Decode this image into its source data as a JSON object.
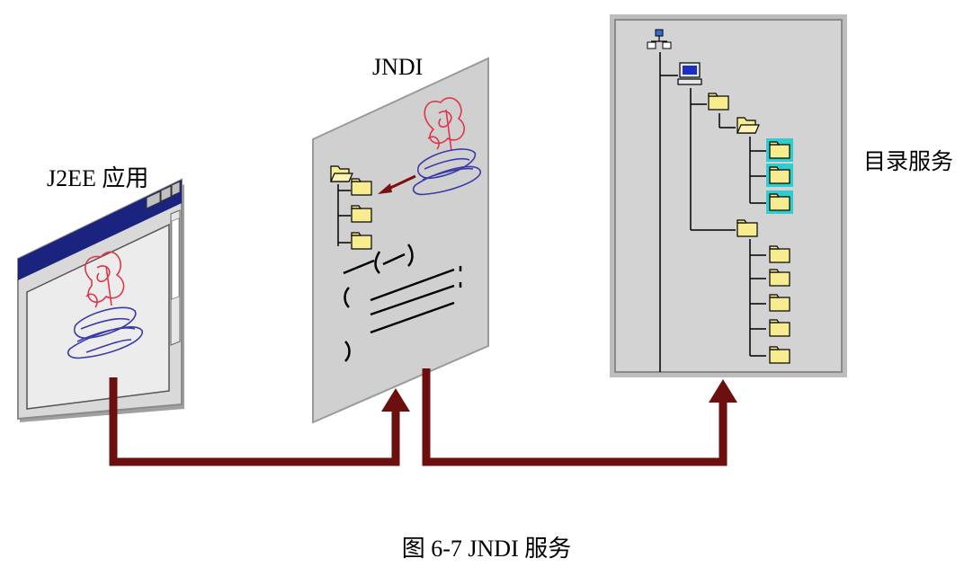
{
  "labels": {
    "app": "J2EE 应用",
    "jndi": "JNDI",
    "directory": "目录服务"
  },
  "caption": "图 6-7 JNDI 服务",
  "icons": {
    "app_window": "application-window-icon",
    "coffee": "java-coffee-cup-icon",
    "folder": "folder-icon",
    "network": "network-root-icon",
    "computer": "computer-icon"
  },
  "colors": {
    "arrow": "#6b0f0f",
    "panel": "#c8c8c8",
    "panel_border": "#8a8a8a",
    "folder": "#f7ec8f",
    "folder_highlight": "#33cccc",
    "titlebar": "#1a237e"
  }
}
